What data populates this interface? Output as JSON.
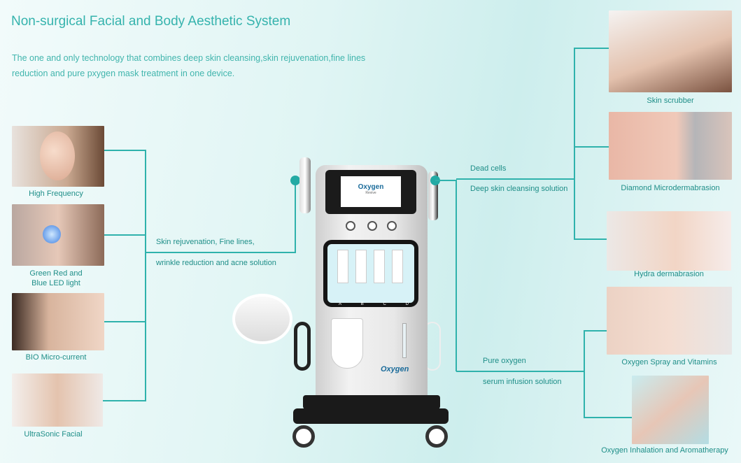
{
  "header": {
    "title": "Non-surgical Facial and Body Aesthetic System",
    "subtitle_line1": "The one and only technology that combines deep skin cleansing,skin rejuvenation,fine lines",
    "subtitle_line2": "reduction and pure pxygen mask treatment in one device."
  },
  "left_items": [
    {
      "label": "High Frequency"
    },
    {
      "label_line1": "Green Red and",
      "label_line2": "Blue LED light"
    },
    {
      "label": "BIO Micro-current"
    },
    {
      "label": "UltraSonic Facial"
    }
  ],
  "left_note": {
    "line1": "Skin rejuvenation, Fine lines,",
    "line2": "wrinkle reduction and acne solution"
  },
  "right_note_top": {
    "line1": "Dead cells",
    "line2": "Deep skin cleansing solution"
  },
  "right_note_bottom": {
    "line1": "Pure oxygen",
    "line2": "serum infusion solution"
  },
  "right_items": [
    {
      "label": "Skin scrubber"
    },
    {
      "label": "Diamond Microdermabrasion"
    },
    {
      "label": "Hydra dermabrasion"
    },
    {
      "label": "Oxygen Spray and Vitamins"
    },
    {
      "label": "Oxygen Inhalation and Aromatherapy"
    }
  ],
  "device": {
    "brand": "Oxygen",
    "brand_sub": "Revive",
    "buttons": [
      "A",
      "B",
      "C",
      "D"
    ]
  },
  "colors": {
    "accent": "#2fb2ac",
    "text": "#35b3ad"
  }
}
